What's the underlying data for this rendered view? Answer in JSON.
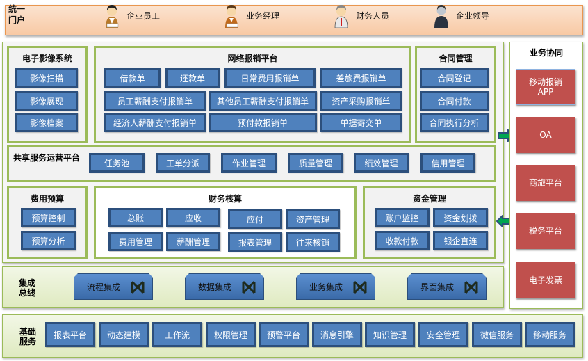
{
  "portal": {
    "label_line1": "统一",
    "label_line2": "门户",
    "roles": [
      {
        "label": "企业员工",
        "icon": "employee-icon"
      },
      {
        "label": "业务经理",
        "icon": "manager-icon"
      },
      {
        "label": "财务人员",
        "icon": "finance-staff-icon"
      },
      {
        "label": "企业领导",
        "icon": "leader-icon"
      }
    ]
  },
  "imaging": {
    "title": "电子影像系统",
    "items": [
      "影像扫描",
      "影像展现",
      "影像档案"
    ]
  },
  "reimbursement": {
    "title": "网络报销平台",
    "row1": [
      "借款单",
      "还款单",
      "日常费用报销单",
      "差旅费报销单"
    ],
    "row2": [
      "员工薪酬支付报销单",
      "其他员工薪酬支付报销单",
      "资产采购报销单"
    ],
    "row3": [
      "经济人薪酬支付报销单",
      "预付款报销单",
      "单据寄交单"
    ]
  },
  "contract": {
    "title": "合同管理",
    "items": [
      "合同登记",
      "合同付款",
      "合同执行分析"
    ]
  },
  "shared_service": {
    "title": "共享服务运营平台",
    "items": [
      "任务池",
      "工单分派",
      "作业管理",
      "质量管理",
      "绩效管理",
      "信用管理"
    ]
  },
  "budget": {
    "title": "费用预算",
    "items": [
      "预算控制",
      "预算分析"
    ]
  },
  "accounting": {
    "title": "财务核算",
    "row1": [
      "总账",
      "应收",
      "应付",
      "资产管理"
    ],
    "row2": [
      "费用管理",
      "薪酬管理",
      "报表管理",
      "往来核销"
    ]
  },
  "funds": {
    "title": "资金管理",
    "row1": [
      "账户监控",
      "资金划拨"
    ],
    "row2": [
      "收款付款",
      "银企直连"
    ]
  },
  "collaboration": {
    "title": "业务协同",
    "items": [
      {
        "line1": "移动报销",
        "line2": "APP"
      },
      {
        "line1": "OA",
        "line2": ""
      },
      {
        "line1": "商旅平台",
        "line2": ""
      },
      {
        "line1": "税务平台",
        "line2": ""
      },
      {
        "line1": "电子发票",
        "line2": ""
      }
    ]
  },
  "bus": {
    "label_line1": "集成",
    "label_line2": "总线",
    "items": [
      "流程集成",
      "数据集成",
      "业务集成",
      "界面集成"
    ]
  },
  "base": {
    "label_line1": "基础",
    "label_line2": "服务",
    "items": [
      "报表平台",
      "动态建模",
      "工作流",
      "权限管理",
      "预警平台",
      "消息引擎",
      "知识管理",
      "安全管理",
      "微信服务",
      "移动服务"
    ]
  },
  "colors": {
    "portal_bg": "#f8c9a4",
    "panel_border": "#9bbb59",
    "button_blue": "#4f81bd",
    "button_border": "#2c4f7c",
    "collab_red": "#c0504d",
    "arrow_green": "#00a651"
  }
}
